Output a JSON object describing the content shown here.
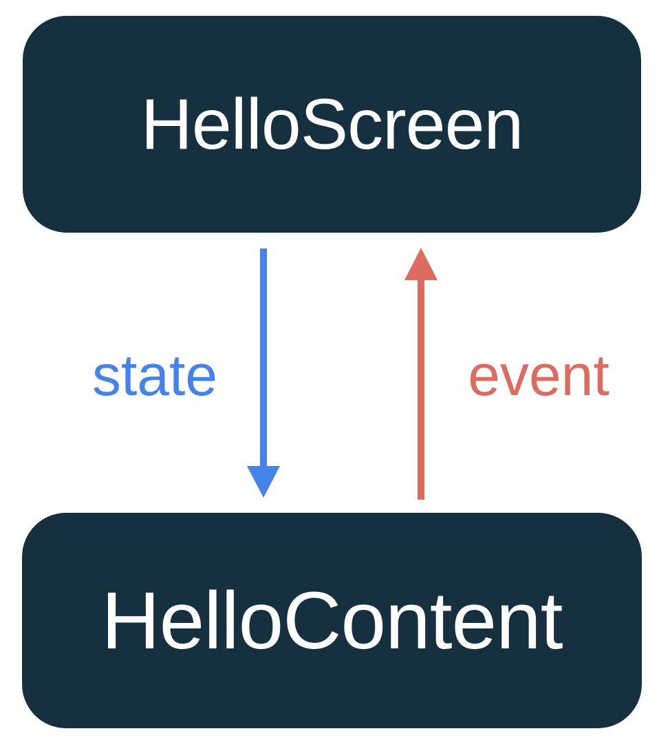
{
  "colors": {
    "background": "#FFFFFF",
    "box_fill": "#16303F",
    "box_text": "#FFFFFF",
    "state_blue": "#4583EB",
    "event_coral": "#DD6C60"
  },
  "diagram": {
    "top_box": {
      "label": "HelloScreen"
    },
    "bottom_box": {
      "label": "HelloContent"
    },
    "state_arrow": {
      "label": "state",
      "direction": "down"
    },
    "event_arrow": {
      "label": "event",
      "direction": "up"
    }
  }
}
